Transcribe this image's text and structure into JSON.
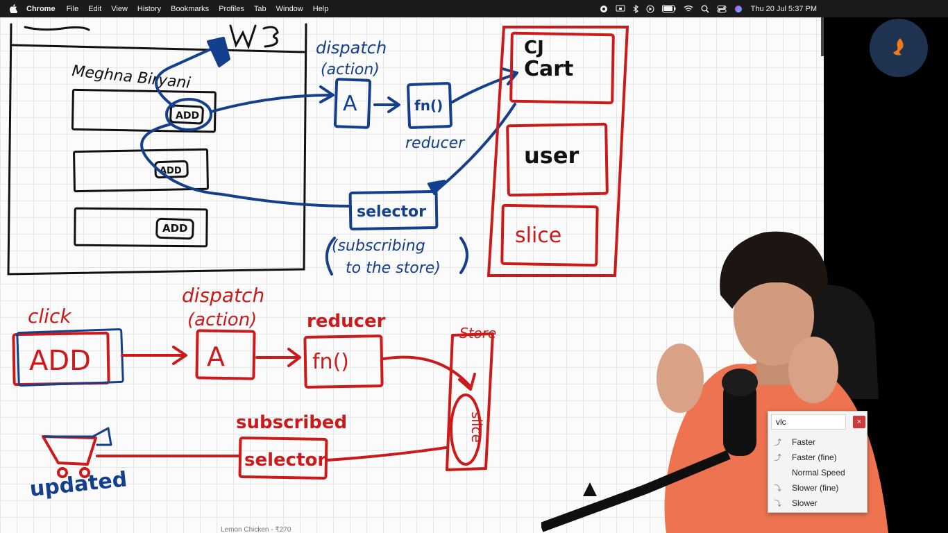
{
  "menubar": {
    "app": "Chrome",
    "items": [
      "File",
      "Edit",
      "View",
      "History",
      "Bookmarks",
      "Profiles",
      "Tab",
      "Window",
      "Help"
    ],
    "clock": "Thu 20 Jul  5:37 PM"
  },
  "board": {
    "top_app": {
      "name": "Meghna Biryani",
      "add_button": "ADD"
    },
    "top_flow": {
      "dispatch": "dispatch",
      "action": "(action)",
      "action_box": "A",
      "fn_box": "fn()",
      "reducer": "reducer",
      "selector": "selector",
      "subscribing_line1": "(subscribing",
      "subscribing_line2": "to the store)"
    },
    "store": {
      "cart_line1": "CJ",
      "cart_line2": "Cart",
      "user": "user",
      "slice": "slice"
    },
    "bottom_flow": {
      "click": "click",
      "add": "ADD",
      "dispatch": "dispatch",
      "action": "(action)",
      "action_box": "A",
      "reducer": "reducer",
      "fn_box": "fn()",
      "store": "Store",
      "slice": "slice",
      "subscribed": "subscribed",
      "selector": "selector",
      "updated": "updated"
    },
    "bottom_caption": "Lemon Chicken - ₹270"
  },
  "vlc": {
    "title": "vlc",
    "close": "×",
    "options": [
      "Faster",
      "Faster (fine)",
      "Normal Speed",
      "Slower (fine)",
      "Slower"
    ]
  },
  "colors": {
    "blue_ink": "#133f8c",
    "red_ink": "#cc1a1a",
    "black_ink": "#111111",
    "logo_bg": "#1e3350",
    "logo_accent": "#f07a1a"
  }
}
